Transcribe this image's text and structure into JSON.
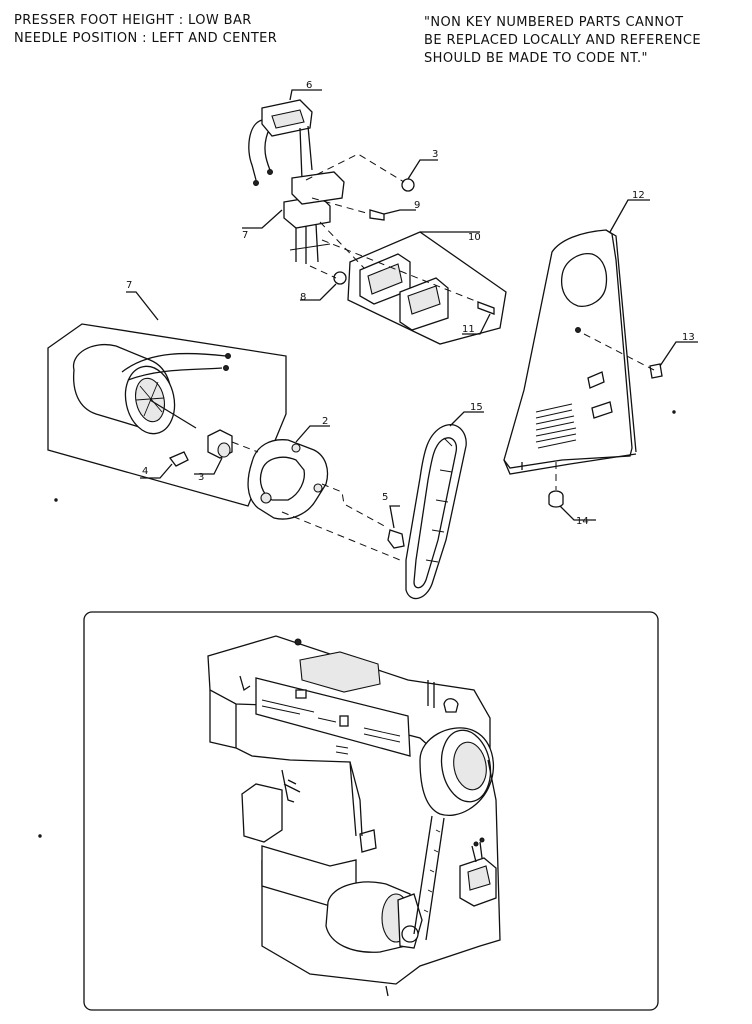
{
  "header": {
    "left_lines": [
      "PRESSER FOOT HEIGHT : LOW BAR",
      "NEEDLE POSITION : LEFT AND CENTER"
    ],
    "right_lines": [
      "\"NON KEY NUMBERED PARTS CANNOT",
      "BE REPLACED LOCALLY AND REFERENCE",
      "SHOULD BE MADE TO CODE NT.\""
    ]
  },
  "callouts": {
    "c6": "6",
    "c3a": "3",
    "c9": "9",
    "c7a": "7",
    "c10": "10",
    "c8": "8",
    "c11": "11",
    "c12": "12",
    "c13": "13",
    "c7b": "7",
    "c2": "2",
    "c4": "4",
    "c3b": "3",
    "c5": "5",
    "c15": "15",
    "c14": "14"
  }
}
